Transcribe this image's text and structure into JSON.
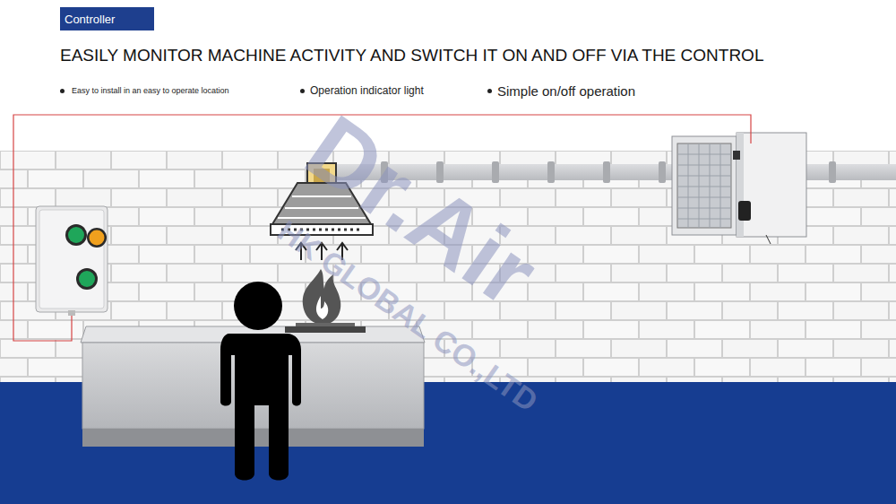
{
  "diagram": {
    "title": "EASILY MONITOR MACHINE ACTIVITY AND SWITCH IT ON AND OFF VIA THE CONTROL",
    "nodes": [
      {
        "text": [
          "Controller"
        ]
      }
    ],
    "labels": [
      "Easy to install in an easy to operate location",
      "Operation indicator light",
      "Simple on/off operation",
      "Dr.Air",
      "HK GLOBAL CO.,LTD"
    ]
  }
}
